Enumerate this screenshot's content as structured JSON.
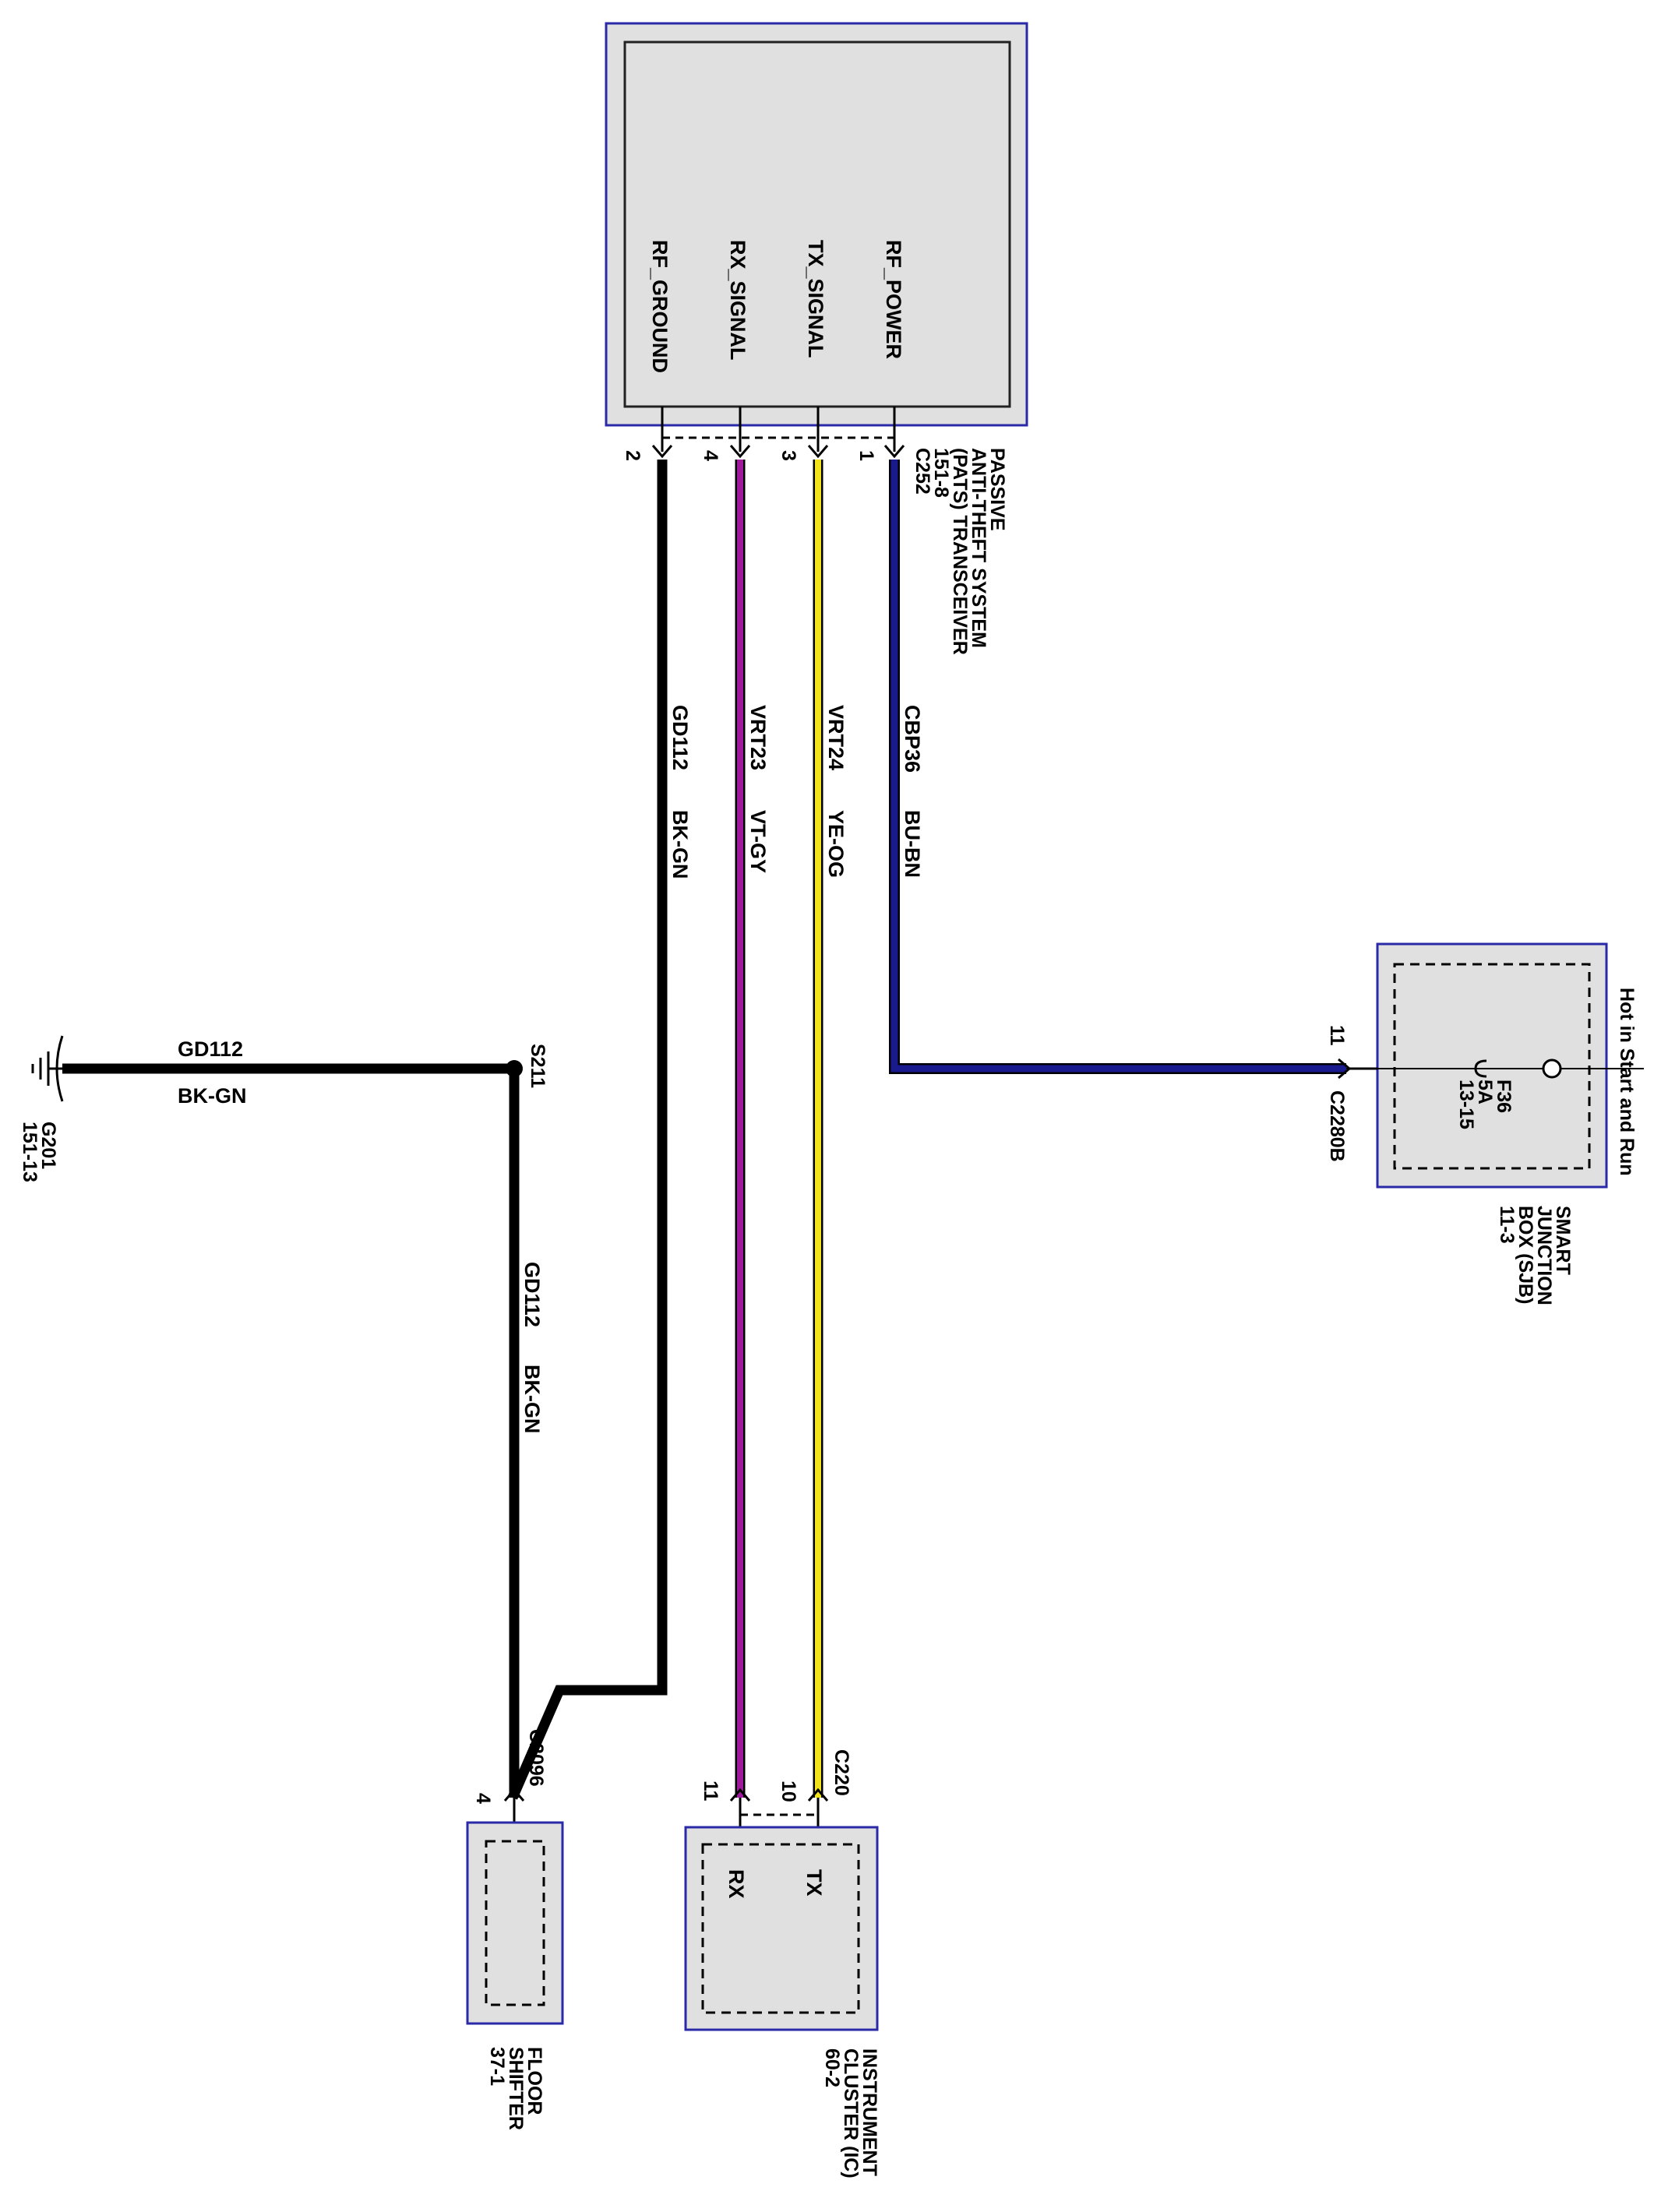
{
  "pats": {
    "pins": [
      {
        "signal": "RF_GROUND",
        "pin": "2"
      },
      {
        "signal": "RX_SIGNAL",
        "pin": "4"
      },
      {
        "signal": "TX_SIGNAL",
        "pin": "3"
      },
      {
        "signal": "RF_POWER",
        "pin": "1"
      }
    ],
    "connector": "C252",
    "ref": "151-8",
    "name_lines": [
      "PASSIVE",
      "ANTI-THEFT SYSTEM",
      "(PATS) TRANSCEIVER"
    ]
  },
  "wires": [
    {
      "circuit": "GD112",
      "color": "BK-GN",
      "hex": "#000000"
    },
    {
      "circuit": "VRT23",
      "color": "VT-GY",
      "hex": "#a01a9c"
    },
    {
      "circuit": "VRT24",
      "color": "YE-OG",
      "hex": "#f2e21b"
    },
    {
      "circuit": "CBP36",
      "color": "BU-BN",
      "hex": "#1a1a8f"
    }
  ],
  "ground": {
    "circuit": "GD112",
    "color": "BK-GN",
    "label": "G201",
    "ref": "151-13"
  },
  "splice": {
    "label": "S211",
    "circuit": "GD112",
    "color": "BK-GN"
  },
  "sjb": {
    "hot_label": "Hot in Start and Run",
    "fuse": "F36",
    "rating": "5A",
    "fuse_ref": "13-15",
    "connector": "C2280B",
    "pin": "11",
    "name_lines": [
      "SMART",
      "JUNCTION",
      "BOX (SJB)",
      "11-3"
    ]
  },
  "floor_shifter": {
    "connector": "C2096",
    "pin": "4",
    "name_lines": [
      "FLOOR",
      "SHIFTER",
      "37-1"
    ]
  },
  "cluster": {
    "connector": "C220",
    "pins": [
      {
        "signal": "RX",
        "pin": "11"
      },
      {
        "signal": "TX",
        "pin": "10"
      }
    ],
    "name_lines": [
      "INSTRUMENT",
      "CLUSTER (IC)",
      "60-2"
    ]
  }
}
